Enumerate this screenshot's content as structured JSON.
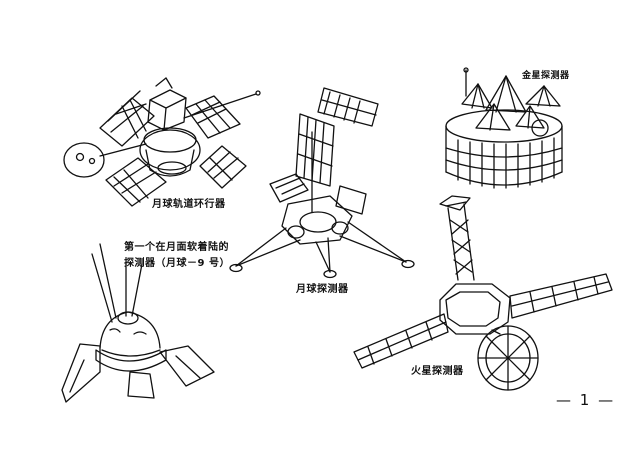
{
  "labels": {
    "lunar_orbiter": "月球轨道环行器",
    "luna9_line1": "第一个在月面软着陆的",
    "luna9_line2": "探测器（月球－9 号）",
    "lunar_probe": "月球探测器",
    "venus_probe": "金星探测器",
    "mars_probe": "火星探测器",
    "page_number": "— 1 —"
  },
  "colors": {
    "ink": "#111111",
    "paper": "#ffffff"
  }
}
